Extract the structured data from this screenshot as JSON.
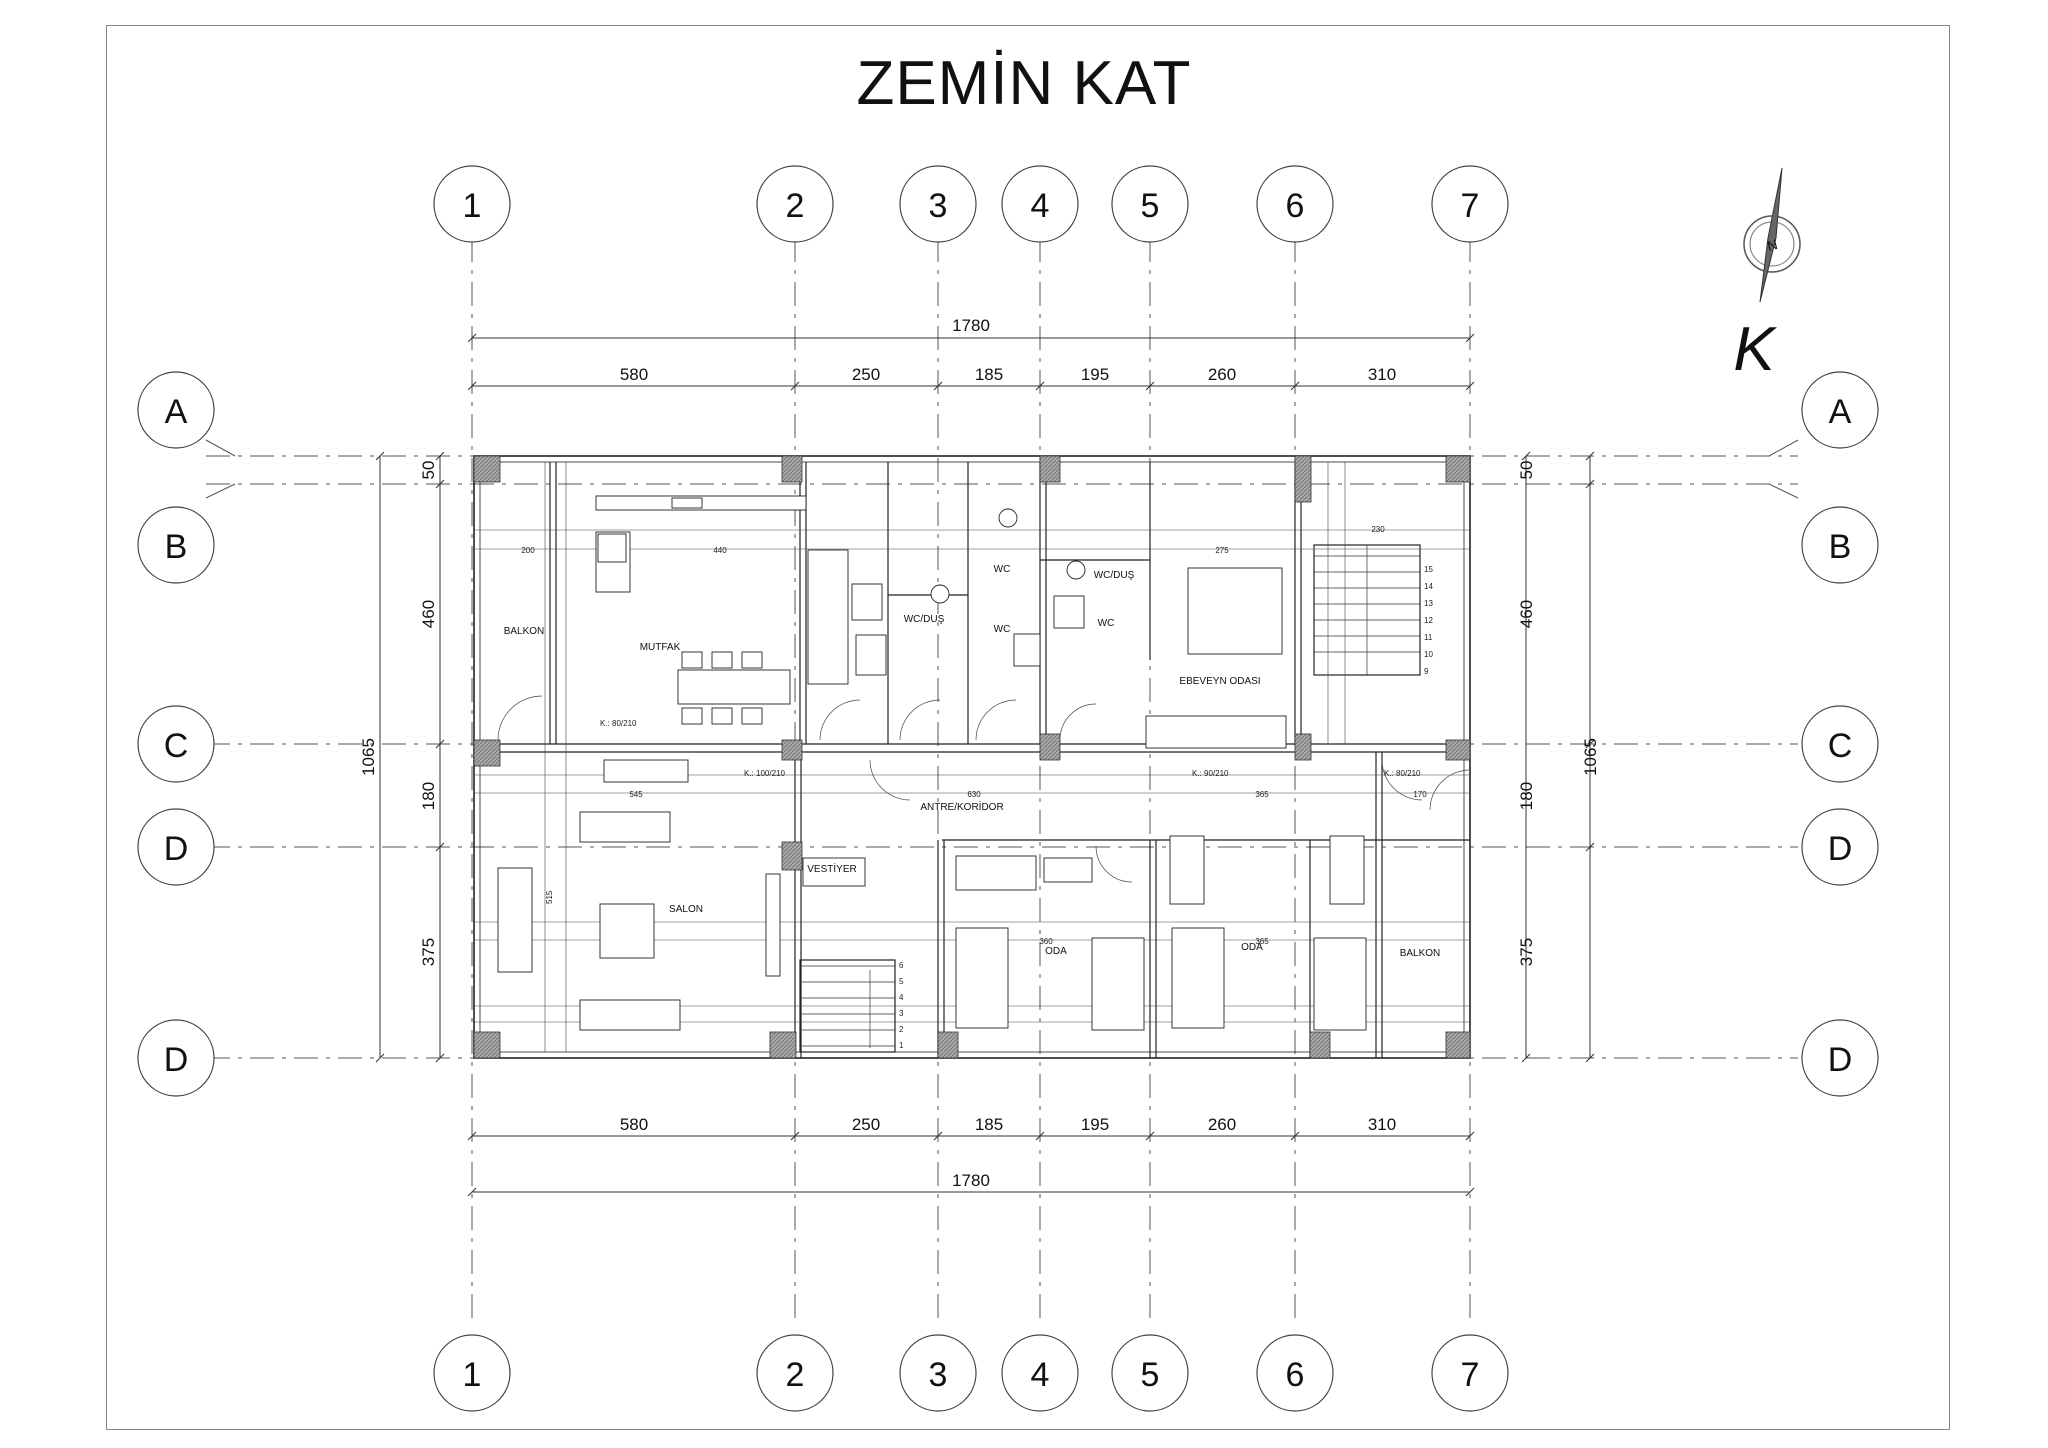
{
  "title": "ZEMİN KAT",
  "north_label": "K",
  "north_needle_label": "N",
  "grid_columns": [
    "1",
    "2",
    "3",
    "4",
    "5",
    "6",
    "7"
  ],
  "grid_rows_left": [
    "A",
    "B",
    "C",
    "D",
    "D"
  ],
  "grid_rows_right": [
    "A",
    "B",
    "C",
    "D",
    "D"
  ],
  "dims_top_total": "1780",
  "dims_top_segments": [
    "580",
    "250",
    "185",
    "195",
    "260",
    "310"
  ],
  "dims_bottom_total": "1780",
  "dims_bottom_segments": [
    "580",
    "250",
    "185",
    "195",
    "260",
    "310"
  ],
  "dims_left_total": "1065",
  "dims_left_segments": [
    "50",
    "460",
    "180",
    "375"
  ],
  "dims_right_total": "1065",
  "dims_right_segments": [
    "50",
    "460",
    "180",
    "375"
  ],
  "rooms": {
    "balkon_left": "BALKON",
    "mutfak": "MUTFAK",
    "wc_dus_1": "WC/DUŞ",
    "wc_1": "WC",
    "wc_2": "WC",
    "wc_dus_2": "WC/DUŞ",
    "wc_3": "WC",
    "ebeveyn": "EBEVEYN ODASI",
    "antre": "ANTRE/KORİDOR",
    "vestiyer": "VESTİYER",
    "salon": "SALON",
    "oda_1": "ODA",
    "oda_2": "ODA",
    "balkon_right": "BALKON"
  },
  "door_tags": {
    "d1": "K.: 80/210",
    "d2": "K.: 100/210",
    "d3": "K.: 90/210",
    "d4": "K.: 80/210"
  },
  "inner_dims": {
    "kitchen_width": "440",
    "balkon_width": "200",
    "corridor_width": "630",
    "salon_width": "545",
    "salon_depth": "515",
    "room_width_1": "360",
    "room_width_2": "365",
    "ebeveyn_width": "275",
    "stair_width": "230",
    "corridor_right": "365",
    "balkon_right_width": "170"
  },
  "stair_numbers_top": [
    "15",
    "14",
    "13",
    "12",
    "11",
    "10",
    "9"
  ],
  "stair_numbers_bottom": [
    "6",
    "5",
    "4",
    "3",
    "2",
    "1"
  ],
  "colors": {
    "line": "#222222",
    "column_fill": "#9a9a9a",
    "grid_line": "#555555",
    "frame": "#8a8a8a"
  }
}
